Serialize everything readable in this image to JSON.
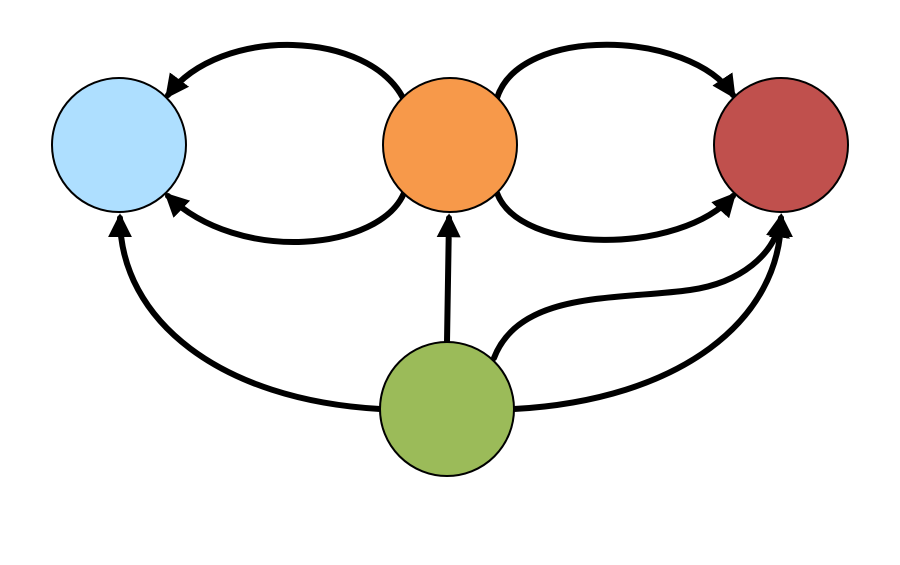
{
  "diagram": {
    "nodes": [
      {
        "id": "blue",
        "color": "#AEDFFF"
      },
      {
        "id": "orange",
        "color": "#F7994A"
      },
      {
        "id": "red",
        "color": "#C0504D"
      },
      {
        "id": "green",
        "color": "#9BBB59"
      }
    ],
    "edges": [
      {
        "from": "orange",
        "to": "blue"
      },
      {
        "from": "orange",
        "to": "blue"
      },
      {
        "from": "orange",
        "to": "red"
      },
      {
        "from": "orange",
        "to": "red"
      },
      {
        "from": "green",
        "to": "blue"
      },
      {
        "from": "green",
        "to": "orange"
      },
      {
        "from": "green",
        "to": "red"
      },
      {
        "from": "green",
        "to": "red"
      }
    ],
    "edge_color": "#000000",
    "background_color": "#FFFFFF"
  }
}
